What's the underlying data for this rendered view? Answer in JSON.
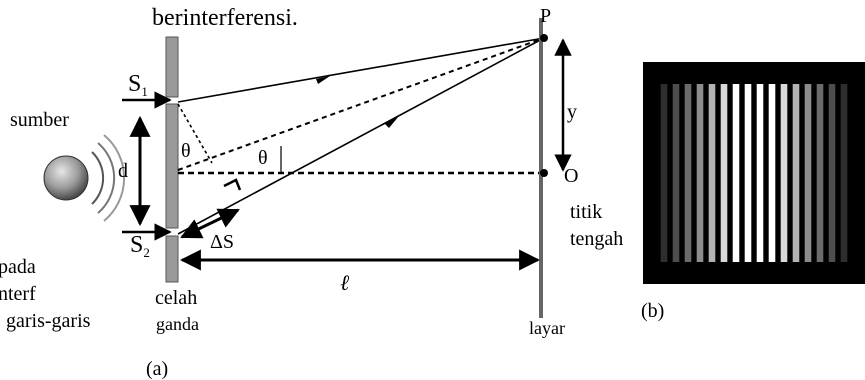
{
  "caption_top": "berinterferensi.",
  "left_cut_text": [
    "pada",
    "nterf",
    "garis-garis"
  ],
  "diagram_a": {
    "label_P": "P",
    "label_S1_main": "S",
    "label_S1_sub": "1",
    "label_S2_main": "S",
    "label_S2_sub": "2",
    "label_sumber": "sumber",
    "label_d": "d",
    "label_theta_1": "θ",
    "label_theta_2": "θ",
    "label_y": "y",
    "label_O": "O",
    "label_titik": "titik",
    "label_tengah": "tengah",
    "label_delta_s": "ΔS",
    "label_l": "ℓ",
    "label_celah": "celah",
    "label_ganda": "ganda",
    "label_layar": "layar",
    "caption": "(a)"
  },
  "diagram_b": {
    "caption": "(b)",
    "fringe_intensities": [
      0.18,
      0.3,
      0.42,
      0.55,
      0.7,
      0.85,
      1,
      1,
      1,
      1,
      0.85,
      0.7,
      0.55,
      0.42,
      0.3,
      0.18
    ]
  }
}
